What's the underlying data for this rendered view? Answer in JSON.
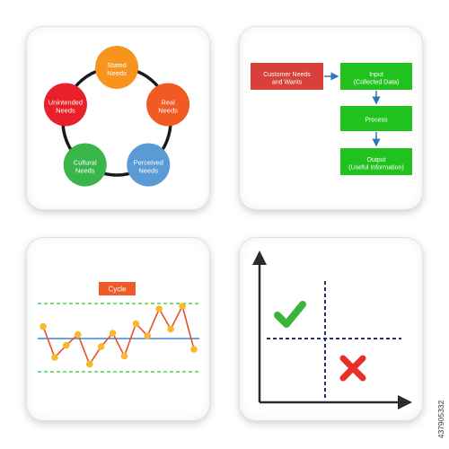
{
  "cycle_diagram": {
    "nodes": [
      {
        "line1": "Stated",
        "line2": "Needs",
        "color": "#f7941d"
      },
      {
        "line1": "Real",
        "line2": "Needs",
        "color": "#f15a22"
      },
      {
        "line1": "Perceived",
        "line2": "Needs",
        "color": "#5b9bd5"
      },
      {
        "line1": "Cultural",
        "line2": "Needs",
        "color": "#39b54a"
      },
      {
        "line1": "Unintended",
        "line2": "Needs",
        "color": "#e8202a"
      }
    ]
  },
  "flowchart": {
    "start": {
      "line1": "Customer Needs",
      "line2": "and Wants",
      "color": "#d9403a"
    },
    "steps": [
      {
        "line1": "Input",
        "line2": "(Collected Data)",
        "color": "#21c21e"
      },
      {
        "line1": "Process",
        "line2": "",
        "color": "#21c21e"
      },
      {
        "line1": "Output",
        "line2": "(Useful Information)",
        "color": "#21c21e"
      }
    ],
    "arrow_color": "#2e75b6"
  },
  "control_chart": {
    "label": "Cycle",
    "label_color": "#f05a28",
    "center_line_color": "#3b86d6",
    "limit_line_color": "#22cc22",
    "series_color": "#e8502a",
    "point_color": "#f7b92b",
    "values": [
      0.45,
      -0.7,
      -0.25,
      0.15,
      -0.95,
      -0.3,
      0.2,
      -0.65,
      0.55,
      0.1,
      1.1,
      0.35,
      1.2,
      -0.4
    ]
  },
  "quadrant": {
    "check_color": "#3cb43c",
    "cross_color": "#e8302a",
    "axis_color": "#2b2b2b",
    "divider_color": "#1f2f7a"
  },
  "watermark": "437905332"
}
